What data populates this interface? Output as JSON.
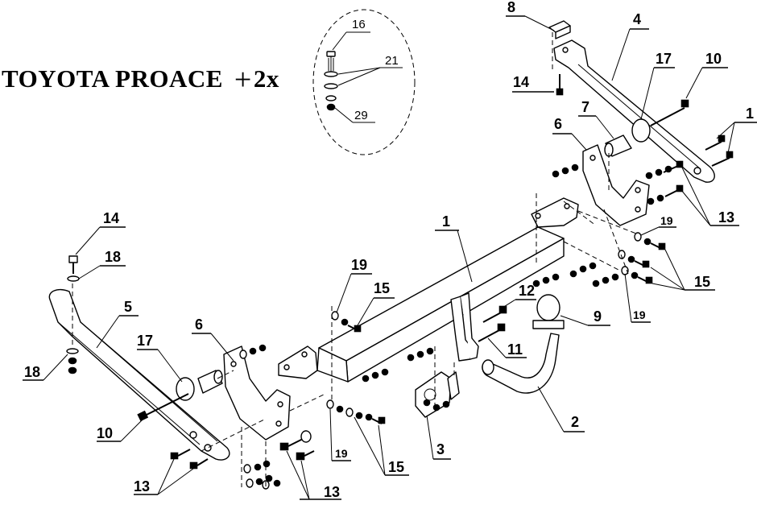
{
  "title": {
    "vehicle": "TOYOTA PROACE",
    "plus": "+",
    "multiplier": "2x"
  },
  "callouts": {
    "p1_main": "1",
    "p1_right": "1",
    "p2": "2",
    "p3": "3",
    "p4": "4",
    "p5": "5",
    "p6_left": "6",
    "p6_right": "6",
    "p7": "7",
    "p8": "8",
    "p9": "9",
    "p10_left": "10",
    "p10_right": "10",
    "p11": "11",
    "p12": "12",
    "p13_left": "13",
    "p13_mid": "13",
    "p13_right": "13",
    "p14_left": "14",
    "p14_right": "14",
    "p15_mid": "15",
    "p15_low": "15",
    "p15_right": "15",
    "p16": "16",
    "p17_left": "17",
    "p17_right": "17",
    "p18_top": "18",
    "p18_bottom": "18",
    "p19_mid": "19",
    "p19_upper": "19",
    "p19_low": "19",
    "p19_right": "19",
    "p19_right2": "19",
    "p21": "21",
    "p29": "29"
  }
}
